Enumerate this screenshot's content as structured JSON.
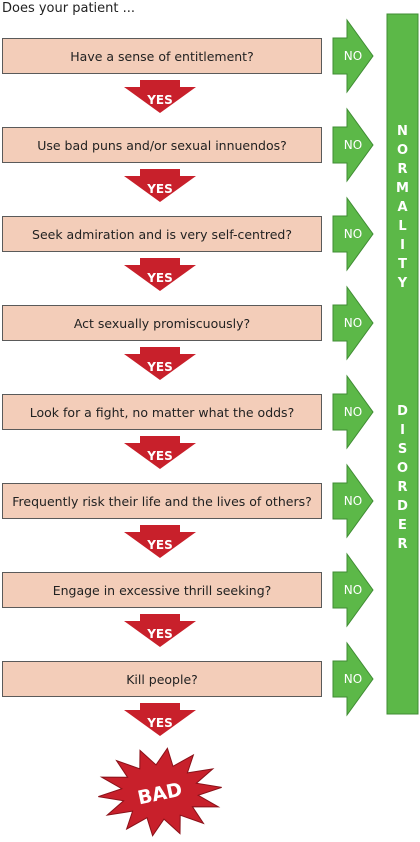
{
  "intro": "Does your patient ...",
  "questions": [
    "Have a sense of entitlement?",
    "Use bad puns and/or sexual innuendos?",
    "Seek admiration and is very self-centred?",
    "Act sexually promiscuously?",
    "Look for a fight, no matter what the odds?",
    "Frequently risk their life and the lives of others?",
    "Engage in excessive thrill seeking?",
    "Kill people?"
  ],
  "yes_label": "YES",
  "no_label": "NO",
  "outcome_bar": {
    "word1": "NORMALITY",
    "word2": "DISORDER"
  },
  "final_outcome": "BAD",
  "colors": {
    "question_fill": "#f3cdb9",
    "yes_arrow": "#c8202b",
    "no_arrow": "#5cb848",
    "outcome_bar": "#5cb848",
    "starburst": "#c8202b"
  }
}
